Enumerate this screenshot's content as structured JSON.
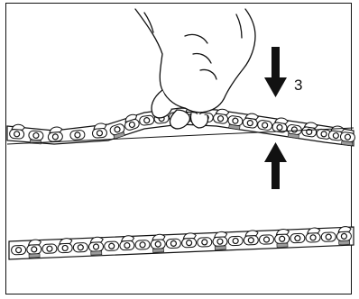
{
  "figure": {
    "callout_label": "3",
    "chains": [
      {
        "name": "upper-chain",
        "state": "lifted by hand at mid-span"
      },
      {
        "name": "lower-chain",
        "state": "resting"
      }
    ],
    "colors": {
      "line": "#111111",
      "background": "#ffffff",
      "depth_gauge_fill": "#9a9a9a"
    }
  }
}
